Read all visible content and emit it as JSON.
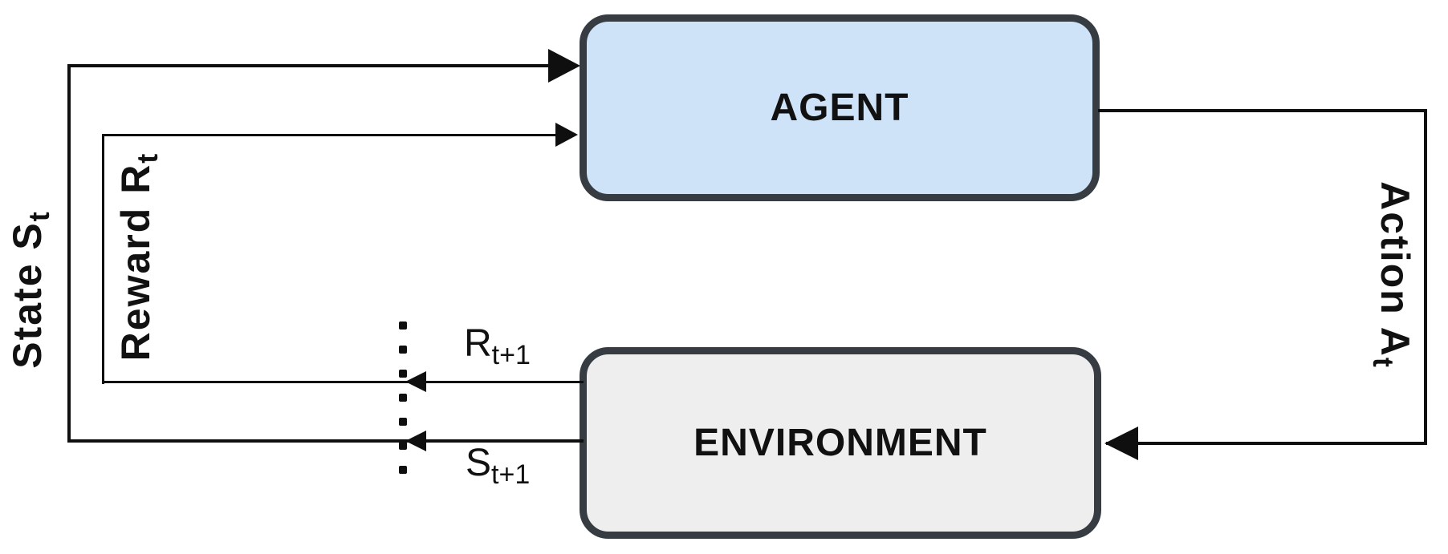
{
  "colors": {
    "agent_fill": "#cfe3f8",
    "environment_fill": "#eeeeee",
    "box_border": "#363c42",
    "line_color": "#0f0f0f",
    "background": "#ffffff",
    "text_color": "#111111"
  },
  "nodes": {
    "agent": {
      "label": "AGENT"
    },
    "environment": {
      "label": "ENVIRONMENT"
    }
  },
  "edges": {
    "state": {
      "label": "State S",
      "sub": "t"
    },
    "reward": {
      "label": "Reward R",
      "sub": "t"
    },
    "action": {
      "label": "Action A",
      "sub": "t"
    },
    "next_reward": {
      "label": "R",
      "sub": "t+1"
    },
    "next_state": {
      "label": "S",
      "sub": "t+1"
    }
  }
}
